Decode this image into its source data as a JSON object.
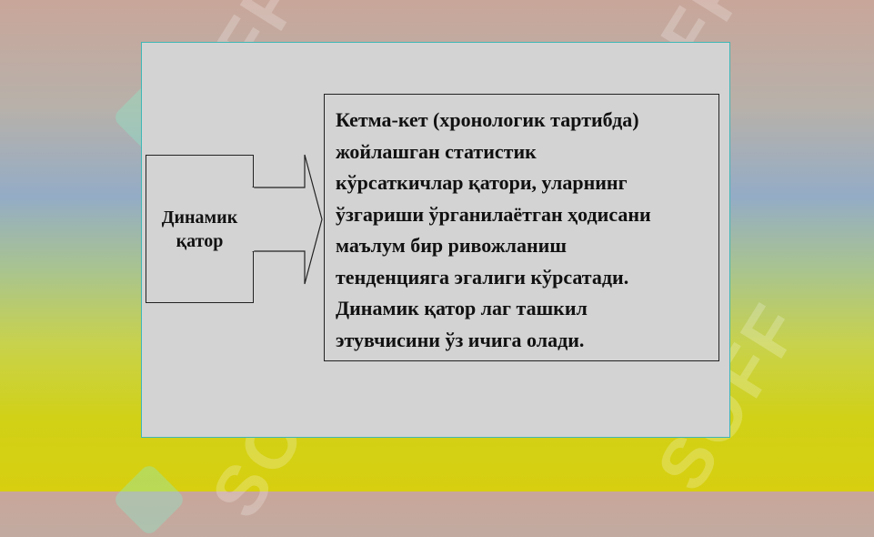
{
  "diagram": {
    "source_box": {
      "line1": "Динамик",
      "line2": "қатор"
    },
    "target_box": {
      "lines": [
        "Кетма-кет (хронологик тартибда)",
        "жойлашган статистик",
        "кўрсаткичлар қатори, уларнинг",
        "ўзгариши ўрганилаётган ҳодисани",
        "маълум бир ривожланиш",
        "тенденцияга эгалиги кўрсатади.",
        "Динамик қатор лаг ташкил",
        "этувчисини ўз ичига олади."
      ]
    },
    "arrow": {
      "direction": "right"
    }
  },
  "watermark": {
    "text": "SOFF"
  },
  "colors": {
    "panel_background": "#d3d3d3",
    "panel_border": "#3fb6b6",
    "text": "#111111"
  }
}
